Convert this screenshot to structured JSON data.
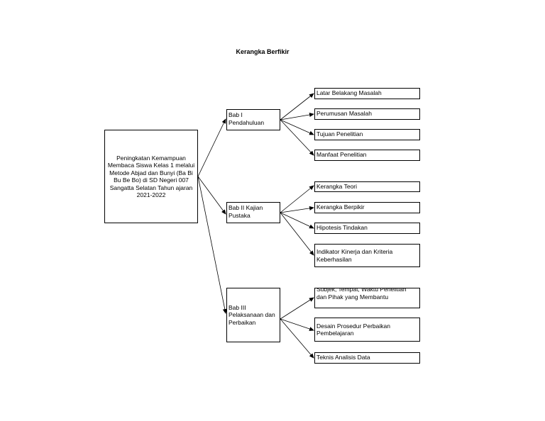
{
  "title": "Kerangka Berfikir",
  "main_topic": "Peningkatan Kemampuan Membaca Siswa Kelas 1 melalui Metode Abjad dan Bunyi (Ba Bi Bu Be Bo) di SD Negeri 007 Sangatta Selatan Tahun ajaran 2021-2022",
  "chapters": [
    {
      "label": "Bab I Pendahuluan",
      "items": [
        "Latar Belakang Masalah",
        "Perumusan Masalah",
        "Tujuan Penelitian",
        "Manfaat Penelitian"
      ]
    },
    {
      "label": "Bab II Kajian Pustaka",
      "items": [
        "Kerangka Teori",
        "Kerangka Berpikir",
        "Hipotesis Tindakan",
        "Indikator Kinerja dan Kriteria Keberhasilan"
      ]
    },
    {
      "label": "Bab III Pelaksanaan dan Perbaikan",
      "items": [
        "Subjek, Tempat, Waktu Penelitian dan Pihak yang Membantu",
        "Desain Prosedur Perbaikan Pembelajaran",
        "Teknis Analisis Data"
      ]
    }
  ],
  "colors": {
    "line": "#000000",
    "box_border": "#000000",
    "background": "#ffffff"
  }
}
